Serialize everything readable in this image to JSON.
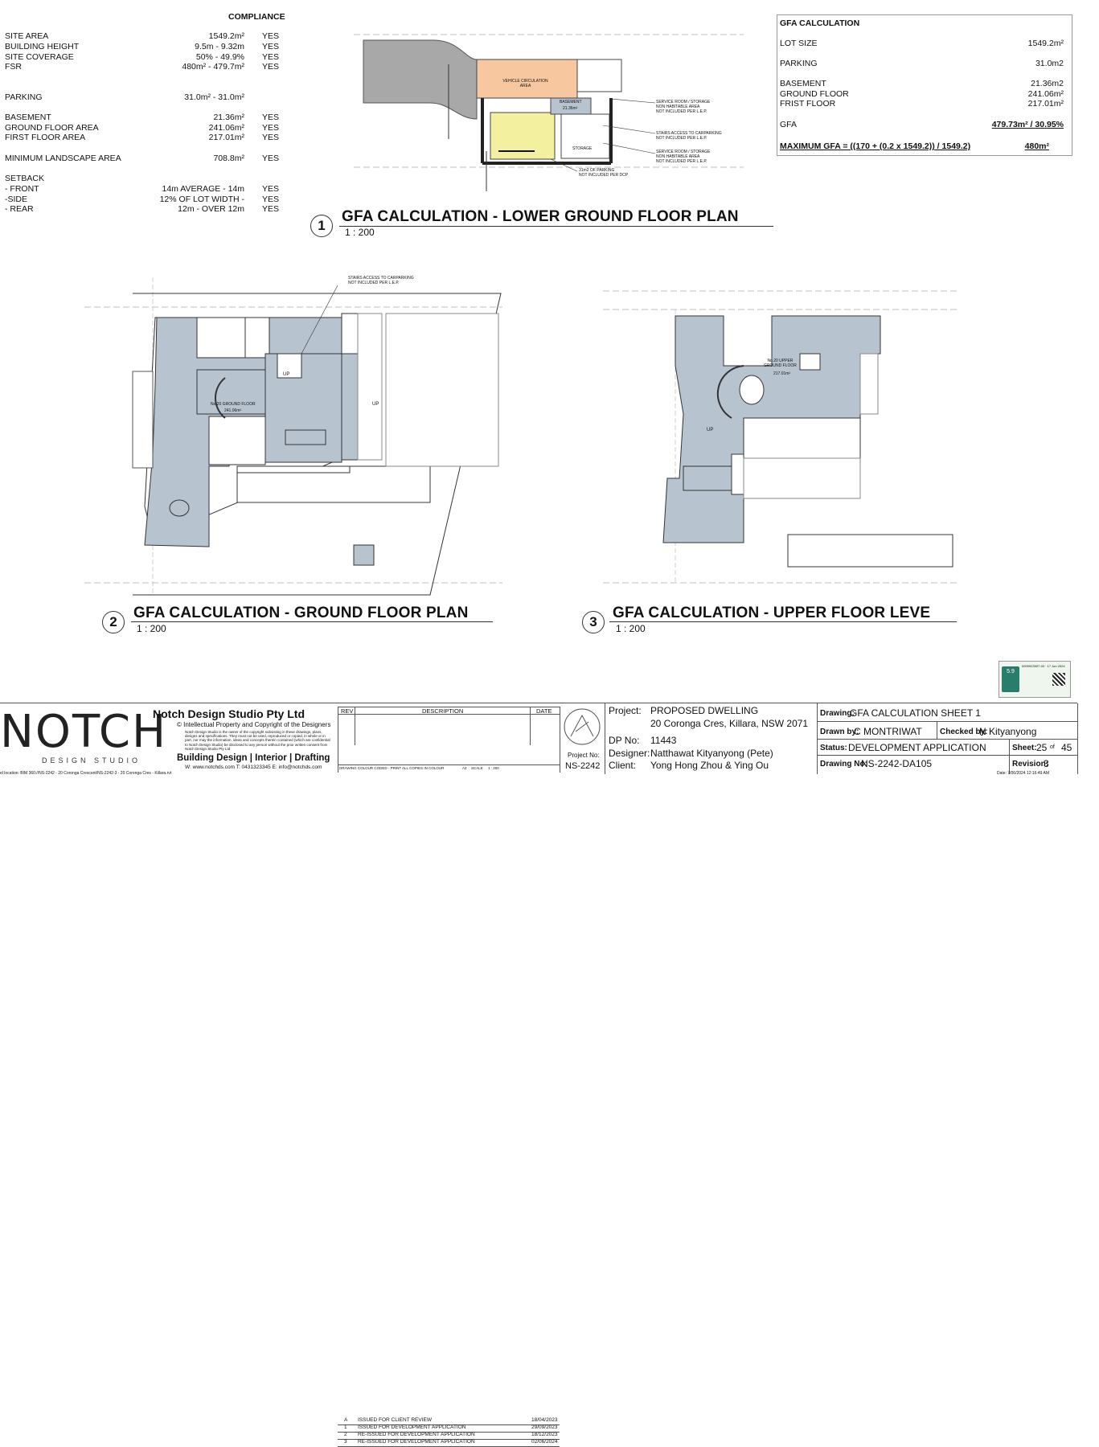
{
  "compliance": {
    "heading": "COMPLIANCE",
    "rows": [
      {
        "label": "SITE AREA",
        "value": "1549.2m²",
        "status": "YES"
      },
      {
        "label": "BUILDING HEIGHT",
        "value": "9.5m - 9.32m",
        "status": "YES"
      },
      {
        "label": "SITE COVERAGE",
        "value": "50% - 49.9%",
        "status": "YES"
      },
      {
        "label": "FSR",
        "value": "480m² - 479.7m²",
        "status": "YES"
      },
      {
        "label": "PARKING",
        "value": "31.0m² - 31.0m²",
        "status": ""
      },
      {
        "label": "BASEMENT",
        "value": "21.36m²",
        "status": "YES"
      },
      {
        "label": "GROUND FLOOR AREA",
        "value": "241.06m²",
        "status": "YES"
      },
      {
        "label": "FIRST FLOOR AREA",
        "value": "217.01m²",
        "status": "YES"
      },
      {
        "label": "MINIMUM LANDSCAPE AREA",
        "value": "708.8m²",
        "status": "YES"
      },
      {
        "label": "SETBACK",
        "value": "",
        "status": ""
      },
      {
        "label": "- FRONT",
        "value": "14m AVERAGE - 14m",
        "status": "YES"
      },
      {
        "label": "-SIDE",
        "value": "12% OF LOT WIDTH -",
        "status": "YES"
      },
      {
        "label": "- REAR",
        "value": "12m - OVER 12m",
        "status": "YES"
      }
    ]
  },
  "gfa_calc": {
    "heading": "GFA CALCULATION",
    "lot_size_label": "LOT SIZE",
    "lot_size": "1549.2m²",
    "parking_label": "PARKING",
    "parking": "31.0m2",
    "basement_label": "BASEMENT",
    "basement": "21.36m2",
    "ground_label": "GROUND FLOOR",
    "ground": "241.06m²",
    "first_label": "FRIST FLOOR",
    "first": "217.01m²",
    "gfa_label": "GFA",
    "gfa": "479.73m² / 30.95%",
    "max_label": "MAXIMUM GFA = ((170 + (0.2 x 1549.2)) / 1549.2)",
    "max": "480m²"
  },
  "plans": [
    {
      "number": "1",
      "title": "GFA CALCULATION - LOWER GROUND FLOOR PLAN",
      "scale": "1 : 200"
    },
    {
      "number": "2",
      "title": "GFA CALCULATION - GROUND FLOOR PLAN",
      "scale": "1 : 200"
    },
    {
      "number": "3",
      "title": "GFA CALCULATION - UPPER FLOOR LEVE",
      "scale": "1 : 200"
    }
  ],
  "plan_labels": {
    "vehicle": "VEHICLE CIRCULATION AREA",
    "basement": "BASEMENT",
    "basement_area": "21.36m²",
    "storage": "STORAGE",
    "service1": "SERVICE ROOM / STORAGE\nNON HABITABLE AREA\nNOT INCLUDED PER L.E.P.",
    "stairs1": "STAIRS ACCESS TO CARPARKING\nNOT INCLUDED PER L.E.P.",
    "service2": "SERVICE ROOM / STORAGE\nNON HABITABLE AREA\nNOT INCLUDED PER L.E.P.",
    "parking_note": "31m2 OF PARKING\nNOT INCLUDED PER DCP",
    "stairs2": "STAIRS ACCESS TO CARPARKING\nNOT INCLUDED PER L.E.P.",
    "ground_name": "No.20 GROUND FLOOR",
    "ground_area": "241.06m²",
    "up": "UP",
    "upper_name": "No.20 UPPER\nGROUND FLOOR",
    "upper_area": "217.01m²"
  },
  "colors": {
    "blue_fill": "#b7c4d0",
    "orange_fill": "#f7c8a0",
    "yellow_fill": "#f3f0a0",
    "grey_fill": "#a8a8a8"
  },
  "cert": {
    "line1": "0009923507-03 · 17 Jun 2024",
    "score": "5.9"
  },
  "title_block": {
    "logo": "NOTCH",
    "logo_sub": "DESIGN STUDIO",
    "company": "Notch Design Studio Pty Ltd",
    "copyright": "© Intellectual Property and Copyright of the Designers",
    "fine_print": "Notch Design Studio is the owner of the copyright subsisting in these drawings, plans, designs and specifications. They must not be used, reproduced or copied, in whole or in part, nor may the information, ideas and concepts therein contained (which are confidential to Notch Design Studio) be disclosed to any person without the prior written consent from Notch Design Studio Pty Ltd",
    "services": "Building Design | Interior | Drafting",
    "contact": "W: www.notchds.com  T: 0431323345  E: info@notchds.com",
    "rev_headers": {
      "rev": "REV",
      "desc": "DESCRIPTION",
      "date": "DATE"
    },
    "revisions": [
      {
        "rev": "A",
        "desc": "ISSUED FOR CLIENT REVIEW",
        "date": "18/04/2023"
      },
      {
        "rev": "1",
        "desc": "ISSUED FOR DEVELOPMENT APPLICATION",
        "date": "29/09/2023"
      },
      {
        "rev": "2",
        "desc": "RE-ISSUED FOR DEVELOPMENT APPLICATION",
        "date": "18/12/2023"
      },
      {
        "rev": "3",
        "desc": "RE-ISSUED FOR DEVELOPMENT APPLICATION",
        "date": "02/06/2024"
      }
    ],
    "colour_note": "DRAWING COLOUR CODED - PRINT ALL COPIES IN COLOUR",
    "paper": "A2",
    "scale_label": "SCALE",
    "scale_val": "1 : 200",
    "project_no_label": "Project No:",
    "project_no": "NS-2242",
    "project_label": "Project:",
    "project": "PROPOSED DWELLING",
    "address": "20 Coronga Cres, Killara, NSW 2071",
    "dp_label": "DP No:",
    "dp": "11443",
    "designer_label": "Designer:",
    "designer": "Natthawat Kityanyong (Pete)",
    "client_label": "Client:",
    "client": "Yong Hong Zhou & Ying Ou",
    "drawing_label": "Drawing:",
    "drawing": "GFA CALCULATION SHEET 1",
    "drawn_label": "Drawn by:",
    "drawn": "C MONTRIWAT",
    "checked_label": "Checked by:",
    "checked": "N Kityanyong",
    "status_label": "Status:",
    "status": "DEVELOPMENT APPLICATION",
    "sheet_label": "Sheet:",
    "sheet": "25",
    "sheet_of": "of",
    "sheet_total": "45",
    "drawing_no_label": "Drawing No:",
    "drawing_no": "NS-2242-DA105",
    "revision_label": "Revision:",
    "revision": "3",
    "file_location": "el location:  BIM 360://NS-2242 - 20 Coronga Crescent/NS-2242-3 - 20 Coronga Cres - Killara.rvt",
    "date_stamp": "Date:  7/06/2024 12:16:49 AM"
  }
}
